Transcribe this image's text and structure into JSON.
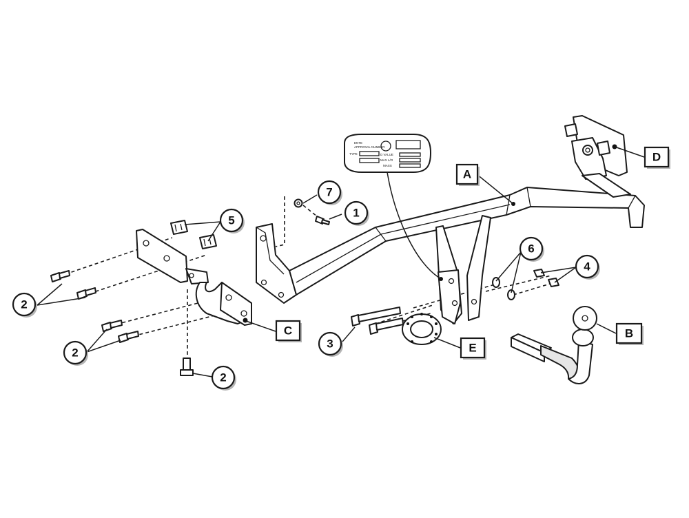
{
  "callouts": {
    "c1": "1",
    "c2a": "2",
    "c2b": "2",
    "c2c": "2",
    "c3": "3",
    "c4": "4",
    "c5": "5",
    "c6": "6",
    "c7": "7",
    "A": "A",
    "B": "B",
    "C": "C",
    "D": "D",
    "E": "E"
  },
  "plate": {
    "line1": "ENTE",
    "line2": "APPROVAL NUMBER",
    "type": "TYPE",
    "d_value": "D VALUE",
    "max_load": "MAX L/O",
    "mass": "MASS"
  }
}
